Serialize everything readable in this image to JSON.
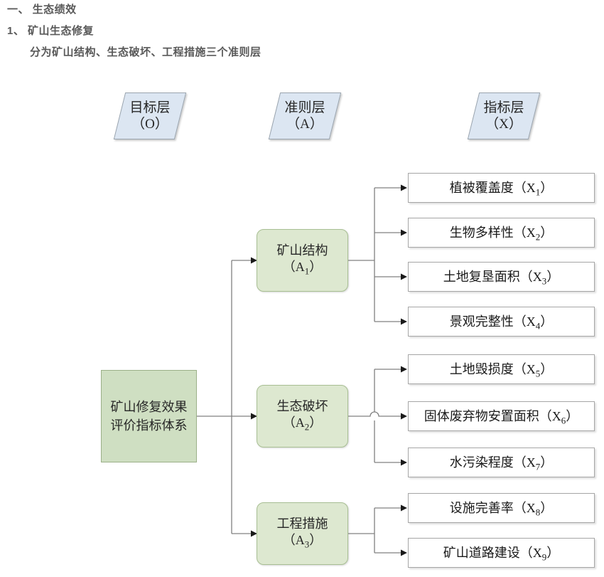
{
  "heading": {
    "line1": "一、 生态绩效",
    "line2": "1、 矿山生态修复",
    "line3": "分为矿山结构、生态破坏、工程措施三个准则层"
  },
  "layers": [
    {
      "name": "目标层",
      "code": "（O）"
    },
    {
      "name": "准则层",
      "code": "（A）"
    },
    {
      "name": "指标层",
      "code": "（X）"
    }
  ],
  "goal": {
    "label": "矿山修复效果评价指标体系"
  },
  "criteria": [
    {
      "name": "矿山结构",
      "code": "（A",
      "sub": "1",
      "code_end": "）"
    },
    {
      "name": "生态破坏",
      "code": "（A",
      "sub": "2",
      "code_end": "）"
    },
    {
      "name": "工程措施",
      "code": "（A",
      "sub": "3",
      "code_end": "）"
    }
  ],
  "indicators": [
    {
      "name": "植被覆盖度",
      "open": "（X",
      "sub": "1",
      "close": "）",
      "parent": "A1"
    },
    {
      "name": "生物多样性",
      "open": "（X",
      "sub": "2",
      "close": "）",
      "parent": "A1"
    },
    {
      "name": "土地复垦面积",
      "open": "（X",
      "sub": "3",
      "close": "）",
      "parent": "A1"
    },
    {
      "name": "景观完整性",
      "open": "（X",
      "sub": "4",
      "close": "）",
      "parent": "A1"
    },
    {
      "name": "土地毁损度",
      "open": "（X",
      "sub": "5",
      "close": "）",
      "parent": "A2"
    },
    {
      "name": "固体废弃物安置面积",
      "open": "（X",
      "sub": "6",
      "close": "）",
      "parent": "A2"
    },
    {
      "name": "水污染程度",
      "open": "（X",
      "sub": "7",
      "close": "）",
      "parent": "A2"
    },
    {
      "name": "设施完善率",
      "open": "（X",
      "sub": "8",
      "close": "）",
      "parent": "A3"
    },
    {
      "name": "矿山道路建设",
      "open": "（X",
      "sub": "9",
      "close": "）",
      "parent": "A3"
    }
  ],
  "colors": {
    "heading_text": "#595959",
    "layer_fill": "#dce6f2",
    "layer_border": "#9aa4ae",
    "goal_fill": "#cfdfc2",
    "goal_border": "#9bb088",
    "criterion_fill": "#dde8d0",
    "criterion_border": "#a8bf93",
    "indicator_fill": "#ffffff",
    "indicator_border": "#a6a6a6",
    "connector": "#808080"
  }
}
